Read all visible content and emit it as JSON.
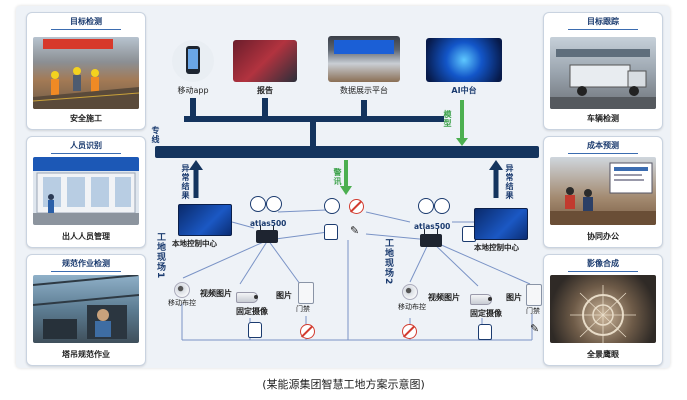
{
  "caption": "(某能源集团智慧工地方案示意图)",
  "left_panels": [
    {
      "title": "目标检测",
      "label": "安全施工"
    },
    {
      "title": "人员识别",
      "label": "出人人员管理"
    },
    {
      "title": "规范作业检测",
      "label": "塔吊规范作业"
    }
  ],
  "right_panels": [
    {
      "title": "目标跟踪",
      "label": "车辆检测"
    },
    {
      "title": "成本预测",
      "label": "协同办公"
    },
    {
      "title": "影像合成",
      "label": "全景鹰眼"
    }
  ],
  "apps": [
    {
      "label": "移动app"
    },
    {
      "label": "报告"
    },
    {
      "label": "数据展示平台"
    },
    {
      "label": "AI中台"
    }
  ],
  "bus_label": "专线",
  "model_label": "模型",
  "alarm_label": "警讯",
  "abnormal_result_left": "异常结果",
  "abnormal_result_right": "异常结果",
  "site1": {
    "title": "工地现场1",
    "control_center": "本地控制中心",
    "atlas": "atlas500",
    "mobile_control": "移动布控",
    "video_image": "视频图片",
    "fixed_camera": "固定摄像",
    "image": "图片",
    "gate": "门禁"
  },
  "site2": {
    "title": "工地现场2",
    "control_center": "本地控制中心",
    "atlas": "atlas500",
    "mobile_control": "移动布控",
    "video_image": "视频图片",
    "fixed_camera": "固定摄像",
    "image": "图片",
    "gate": "门禁"
  }
}
